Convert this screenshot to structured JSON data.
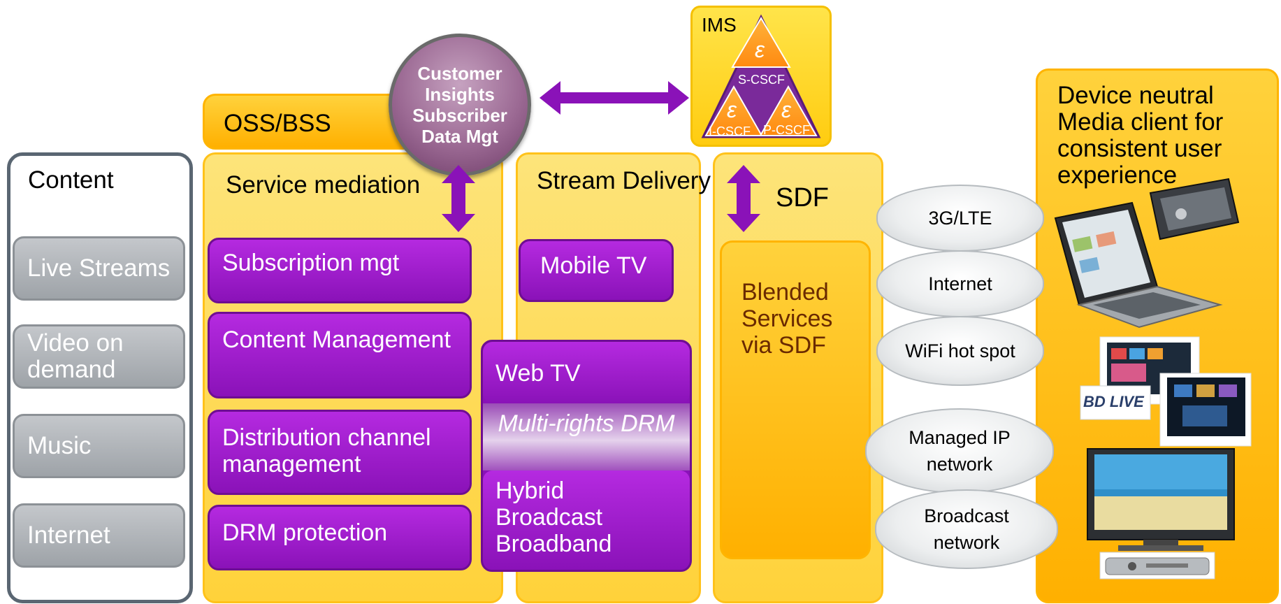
{
  "content": {
    "title": "Content",
    "items": [
      "Live Streams",
      "Video on demand",
      "Music",
      "Internet"
    ]
  },
  "oss_bss": {
    "label": "OSS/BSS"
  },
  "customer_insights": {
    "label": "Customer Insights Subscriber Data Mgt"
  },
  "service_mediation": {
    "title": "Service mediation",
    "boxes": [
      "Subscription mgt",
      "Content Management",
      "Distribution channel management",
      "DRM protection"
    ]
  },
  "stream_delivery": {
    "title": "Stream Delivery",
    "mobile_tv": "Mobile TV",
    "web_tv": "Web TV",
    "drm": "Multi-rights DRM",
    "hybrid": "Hybrid Broadcast Broadband"
  },
  "ims": {
    "label": "IMS",
    "nodes": [
      "S-CSCF",
      "I-CSCF",
      "P-CSCF"
    ]
  },
  "sdf": {
    "title": "SDF",
    "inner": "Blended Services via SDF"
  },
  "networks": [
    "3G/LTE",
    "Internet",
    "WiFi hot spot",
    "Managed IP network",
    "Broadcast network"
  ],
  "devices": {
    "title": "Device neutral Media client for consistent user experience",
    "bd_logo": "BD LIVE"
  },
  "colors": {
    "purple": "#9a1ac8",
    "yellow": "#ffd23a",
    "orange": "#ffb000",
    "grey": "#a9aeb3"
  }
}
